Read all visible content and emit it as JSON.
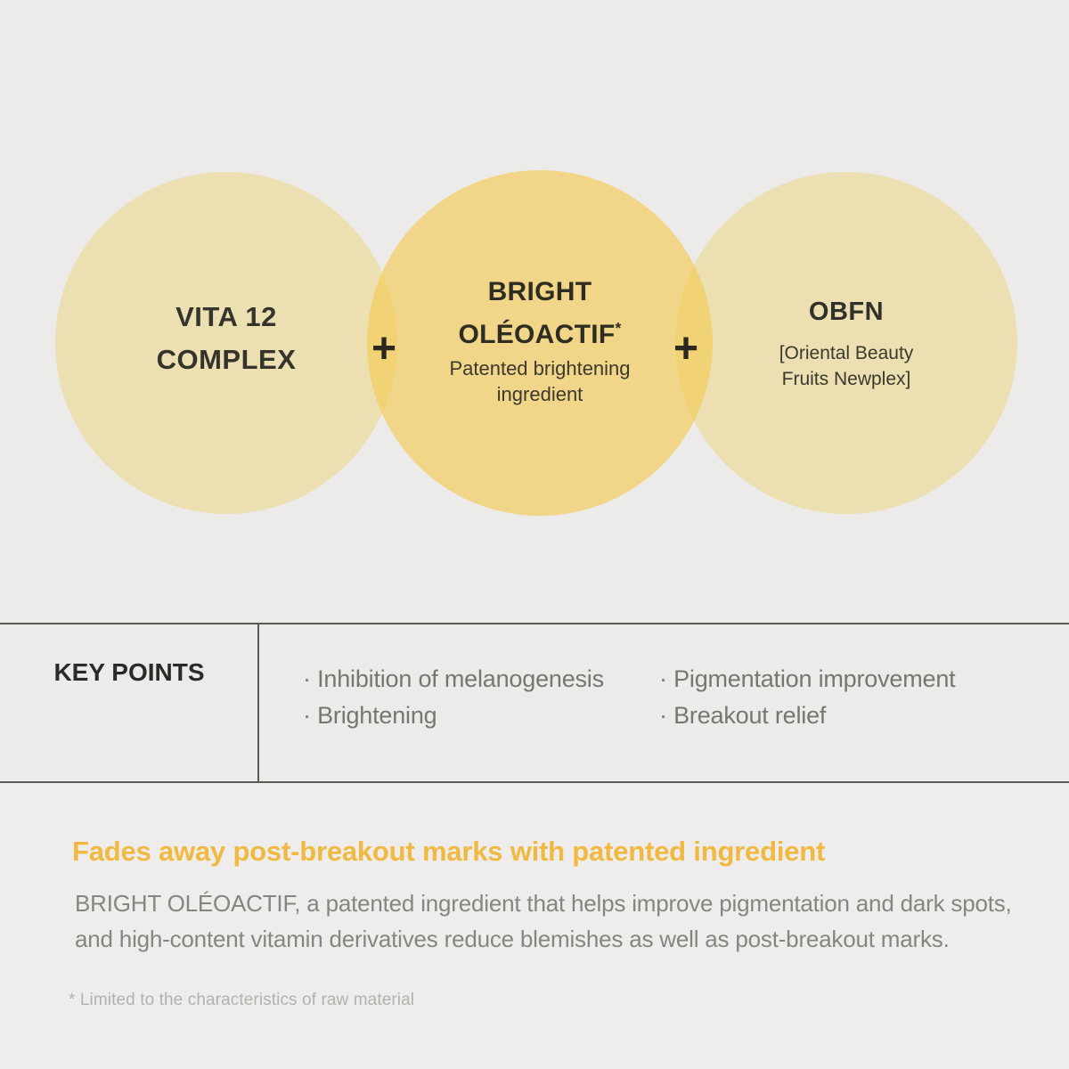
{
  "venn": {
    "left_title_line1": "VITA 12",
    "left_title_line2": "COMPLEX",
    "center_title_line1": "BRIGHT",
    "center_title_line2": "OLÉOACTIF",
    "center_title_asterisk": "*",
    "center_sub_line1": "Patented brightening",
    "center_sub_line2": "ingredient",
    "right_title": "OBFN",
    "right_sub_line1": "[Oriental Beauty",
    "right_sub_line2": "Fruits Newplex]",
    "plus_left": "+",
    "plus_right": "+"
  },
  "key_points": {
    "label": "KEY POINTS",
    "col1": [
      "· Inhibition of melanogenesis",
      "· Brightening"
    ],
    "col2": [
      "· Pigmentation improvement",
      "· Breakout relief"
    ]
  },
  "bottom": {
    "heading": "Fades away post-breakout marks with patented ingredient",
    "body_line1": "BRIGHT OLÉOACTIF, a patented ingredient that helps improve pigmentation and dark spots,",
    "body_line2": "and high-content vitamin derivatives reduce blemishes as well as post-breakout marks.",
    "footnote": "* Limited to the characteristics of raw material"
  },
  "colors": {
    "page_background": "#ECEBE9",
    "lower_background": "#EEEDEB",
    "side_circle_fill": "#ECE0B5",
    "center_circle_fill": "#F0D88E",
    "overlap_fill": "#F0D379",
    "rule_line": "#5B5A55",
    "accent_yellow_heading": "#F1B941",
    "dark_text": "#2F2D22",
    "grey_text": "#77766F",
    "light_grey_footnote": "#B2B1AD"
  }
}
